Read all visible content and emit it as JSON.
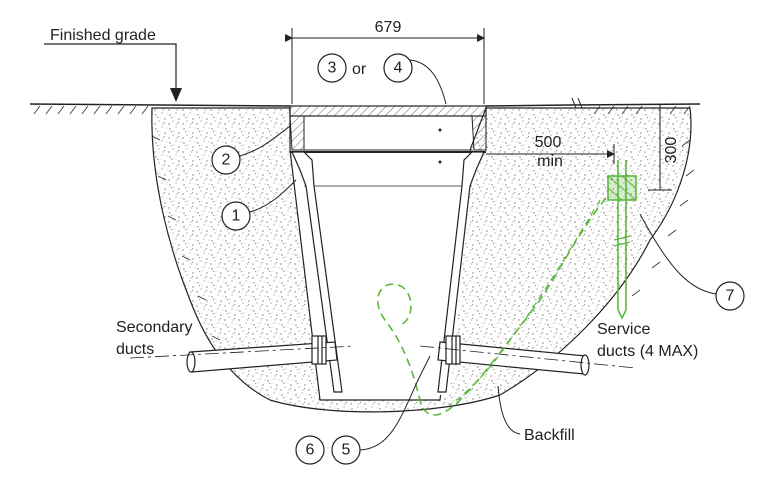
{
  "labels": {
    "finished_grade": "Finished grade",
    "secondary_ducts_line1": "Secondary",
    "secondary_ducts_line2": "ducts",
    "service_ducts_line1": "Service",
    "service_ducts_line2": "ducts (4 MAX)",
    "backfill": "Backfill",
    "or_text": "or"
  },
  "dimensions": {
    "width": "679",
    "clearance_line1": "500",
    "clearance_line2": "min",
    "depth": "300"
  },
  "callouts": {
    "c1": "1",
    "c2": "2",
    "c3": "3",
    "c4": "4",
    "c5": "5",
    "c6": "6",
    "c7": "7"
  },
  "colors": {
    "line": "#222222",
    "service_duct": "#5cb83c",
    "grade_hatch": "#333333"
  }
}
